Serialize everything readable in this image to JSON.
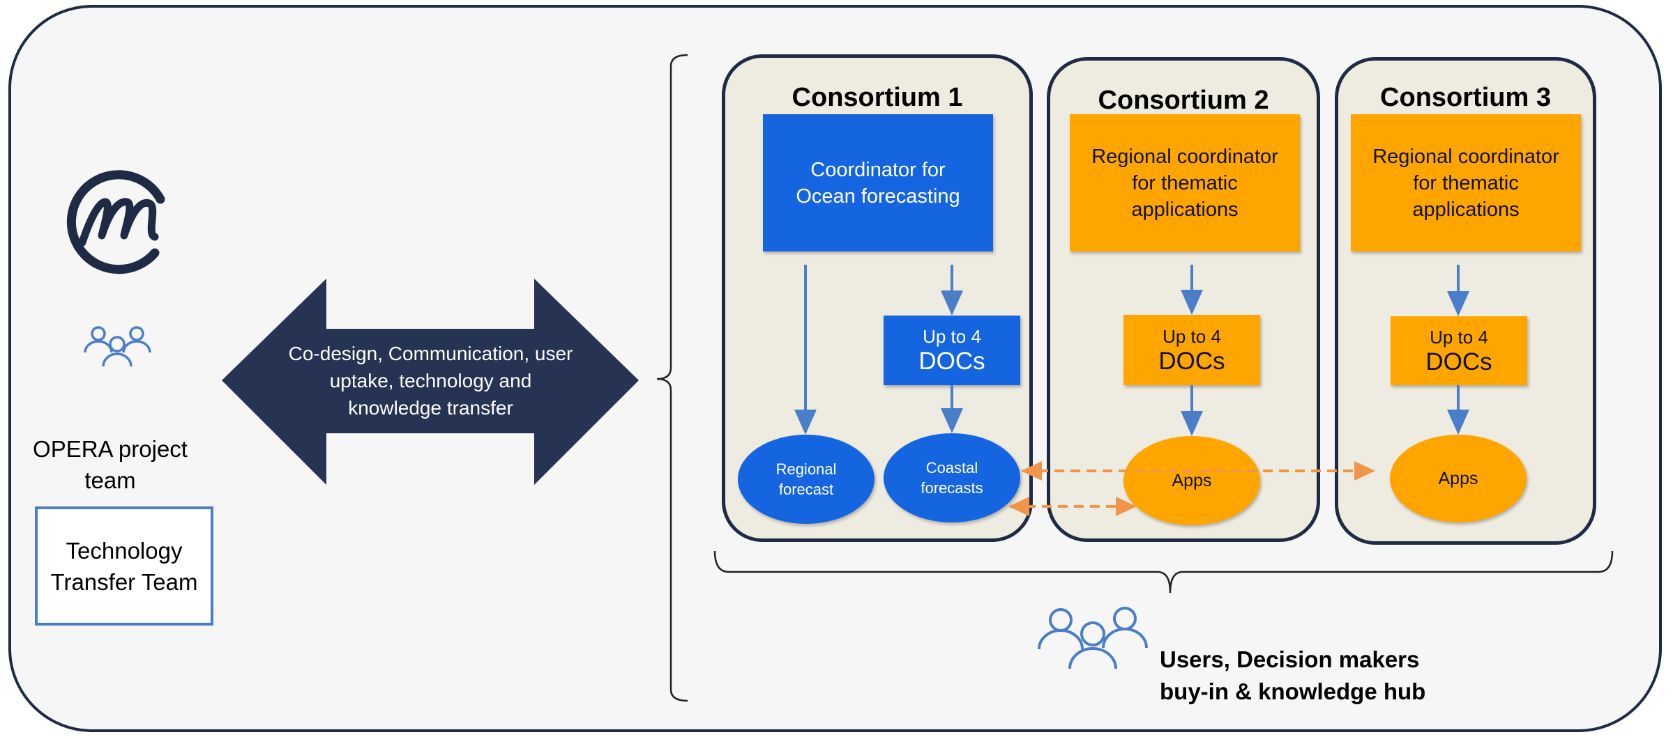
{
  "arrow_text": "Co-design, Communication, user uptake, technology and knowledge transfer",
  "project_team_label": "OPERA project team",
  "tech_transfer_label": "Technology Transfer Team",
  "hub_label_line1": "Users, Decision makers",
  "hub_label_line2": "buy-in & knowledge hub",
  "consortia": [
    {
      "title": "Consortium 1",
      "coordinator": "Coordinator for Ocean forecasting",
      "docs_line1": "Up to 4",
      "docs_line2": "DOCs",
      "output_1": "Regional forecast",
      "output_2": "Coastal forecasts"
    },
    {
      "title": "Consortium 2",
      "coordinator": "Regional coordinator for thematic applications",
      "docs_line1": "Up to 4",
      "docs_line2": "DOCs",
      "output_1": "Apps"
    },
    {
      "title": "Consortium 3",
      "coordinator": "Regional coordinator for thematic applications",
      "docs_line1": "Up to 4",
      "docs_line2": "DOCs",
      "output_1": "Apps"
    }
  ],
  "colors": {
    "navy": "#1f2b44",
    "blue": "#1565e0",
    "orange": "#ffa500",
    "arrow_blue": "#4a7ec9",
    "dashed_orange": "#f0964a"
  },
  "icons": [
    "m-logo-icon",
    "team-icon",
    "users-group-icon"
  ]
}
